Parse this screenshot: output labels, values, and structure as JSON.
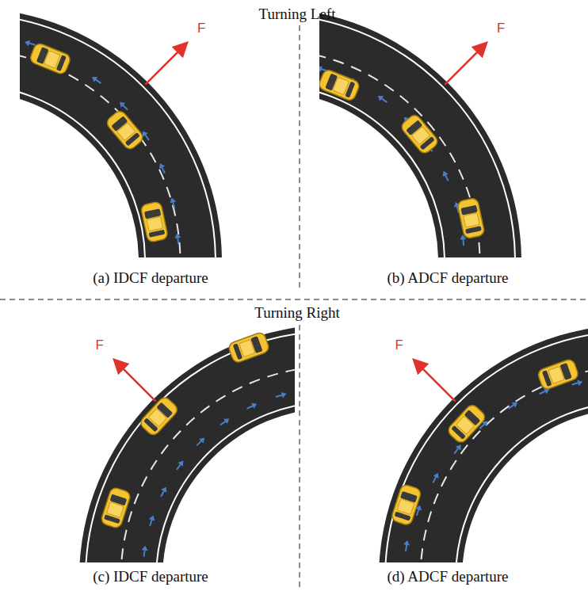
{
  "diagram": {
    "labels": [
      "Turning Left",
      "F",
      "F",
      "(a) IDCF departure",
      "(b) ADCF departure",
      "Turning Right",
      "F",
      "F",
      "(c) IDCF departure",
      "(d) ADCF departure"
    ]
  }
}
